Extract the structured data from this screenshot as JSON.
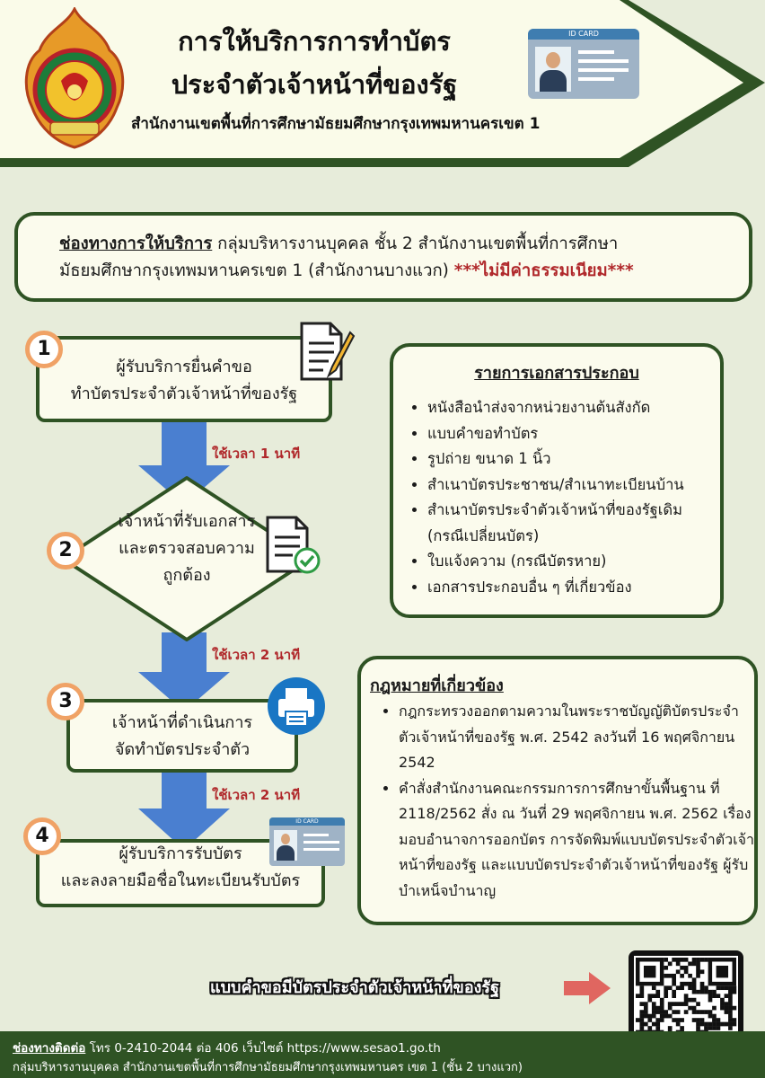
{
  "header": {
    "title_line1": "การให้บริการการทำบัตร",
    "title_line2": "ประจำตัวเจ้าหน้าที่ของรัฐ",
    "subtitle": "สำนักงานเขตพื้นที่การศึกษามัธยมศึกษากรุงเทพมหานครเขต 1",
    "id_card_label": "ID CARD"
  },
  "service": {
    "label": "ช่องทางการให้บริการ",
    "text1": " กลุ่มบริหารงานบุคคล ชั้น 2 สำนักงานเขตพื้นที่การศึกษา",
    "text2": "มัธยมศึกษากรุงเทพมหานครเขต 1 (สำนักงานบางแวก)",
    "fee": "***ไม่มีค่าธรรมเนียม***"
  },
  "steps": [
    {
      "num": "1",
      "line1": "ผู้รับบริการยื่นคำขอ",
      "line2": "ทำบัตรประจำตัวเจ้าหน้าที่ของรัฐ"
    },
    {
      "num": "2",
      "line1": "เจ้าหน้าที่รับเอกสาร",
      "line2": "และตรวจสอบความ",
      "line3": "ถูกต้อง"
    },
    {
      "num": "3",
      "line1": "เจ้าหน้าที่ดำเนินการ",
      "line2": "จัดทำบัตรประจำตัว"
    },
    {
      "num": "4",
      "line1": "ผู้รับบริการรับบัตร",
      "line2": "และลงลายมือชื่อในทะเบียนรับบัตร"
    }
  ],
  "times": [
    "ใช้เวลา 1 นาที",
    "ใช้เวลา 2 นาที",
    "ใช้เวลา 2 นาที"
  ],
  "documents": {
    "title": "รายการเอกสารประกอบ",
    "items": [
      "หนังสือนำส่งจากหน่วยงานต้นสังกัด",
      "แบบคำขอทำบัตร",
      "รูปถ่าย ขนาด 1 นิ้ว",
      "สำเนาบัตรประชาชน/สำเนาทะเบียนบ้าน",
      "สำเนาบัตรประจำตัวเจ้าหน้าที่ของรัฐเดิม (กรณีเปลี่ยนบัตร)",
      "ใบแจ้งความ (กรณีบัตรหาย)",
      "เอกสารประกอบอื่น ๆ ที่เกี่ยวข้อง"
    ]
  },
  "laws": {
    "title": "กฎหมายที่เกี่ยวข้อง",
    "items": [
      "กฎกระทรวงออกตามความในพระราชบัญญัติบัตรประจำตัวเจ้าหน้าที่ของรัฐ พ.ศ. 2542 ลงวันที่ 16 พฤศจิกายน 2542",
      "คำสั่งสำนักงานคณะกรรมการการศึกษาขั้นพื้นฐาน ที่ 2118/2562 สั่ง ณ วันที่ 29 พฤศจิกายน พ.ศ. 2562 เรื่อง มอบอำนาจการออกบัตร การจัดพิมพ์แบบบัตรประจำตัวเจ้าหน้าที่ของรัฐ และแบบบัตรประจำตัวเจ้าหน้าที่ของรัฐ ผู้รับบำเหน็จบำนาญ"
    ]
  },
  "form_link": "แบบคำขอมีบัตรประจำตัวเจ้าหน้าที่ของรัฐ",
  "footer": {
    "contact_label": "ช่องทางติดต่อ",
    "contact_text": " โทร 0-2410-2044 ต่อ 406  เว็บไซต์ https://www.sesao1.go.th",
    "line2": "กลุ่มบริหารงานบุคคล สำนักงานเขตพื้นที่การศึกษามัธยมศึกษากรุงเทพมหานคร เขต 1 (ชั้น 2 บางแวก)"
  },
  "colors": {
    "dark_green": "#2f5324",
    "box_bg": "#fbfbed",
    "page_bg": "#e7ecda",
    "arrow_blue": "#4a7fd0",
    "accent_red": "#b0282b",
    "number_ring": "#f0a266"
  }
}
